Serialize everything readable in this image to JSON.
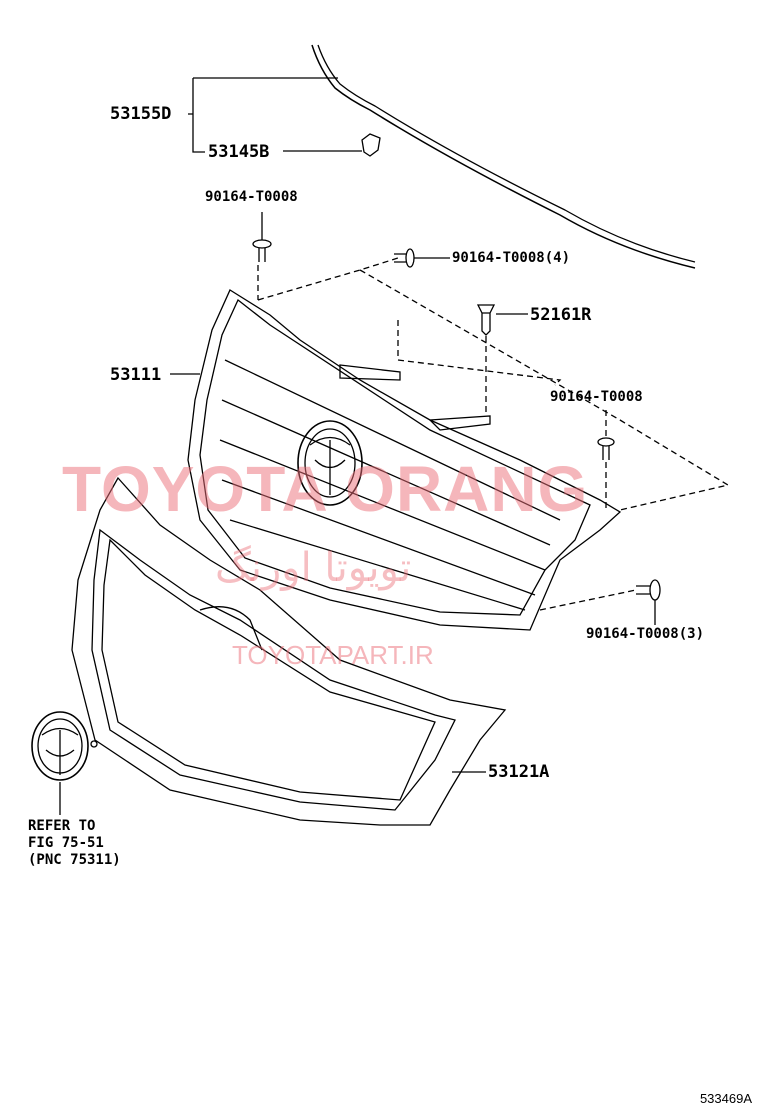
{
  "parts": {
    "moulding": "53155D",
    "clip": "53145B",
    "screw_top": "90164-T0008",
    "screw_top_right": "90164-T0008(4)",
    "retainer": "52161R",
    "grille": "53111",
    "screw_right": "90164-T0008",
    "screw_bottom": "90164-T0008(3)",
    "grille_panel": "53121A"
  },
  "emblem_note": [
    "REFER TO",
    "FIG 75-51",
    "(PNC 75311)"
  ],
  "watermarks": [
    "TOYOTA ORANG",
    "تویوتا اورنگ",
    "TOYOTAPART.IR"
  ],
  "illustration_code": "533469A"
}
